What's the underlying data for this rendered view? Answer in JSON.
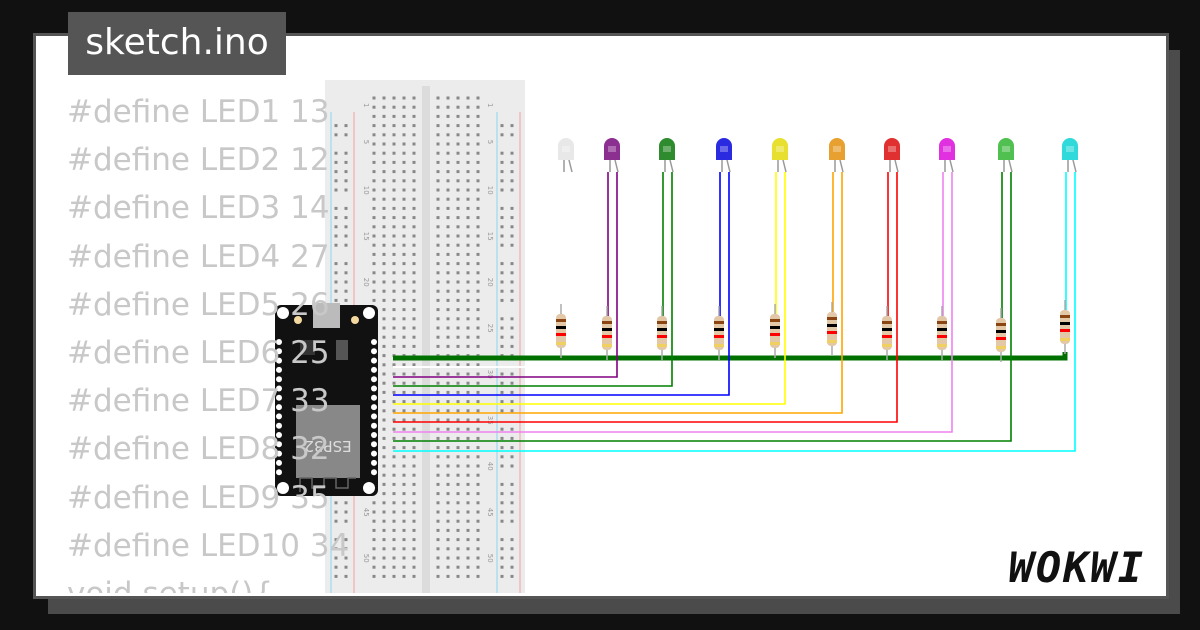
{
  "title": "sketch.ino",
  "code_lines": [
    "#define LED1 13",
    "#define LED2 12",
    "#define LED3 14",
    "#define LED4 27",
    "#define LED5 26",
    "#define LED6 25",
    "#define LED7 33",
    "#define LED8 32",
    "#define LED9 35",
    "#define LED10 34",
    "void setup(){"
  ],
  "logo": "WOKWI",
  "board_label": "ESP32",
  "breadboard_row_numbers": [
    "1",
    "5",
    "10",
    "15",
    "20",
    "25",
    "30",
    "35",
    "40",
    "45",
    "50"
  ],
  "leds": [
    {
      "color": "#e8e8e8",
      "wire": "#ffffff"
    },
    {
      "color": "#8b2f91",
      "wire": "#800080"
    },
    {
      "color": "#2e8b2e",
      "wire": "#008000"
    },
    {
      "color": "#2a2ae0",
      "wire": "#0000ff"
    },
    {
      "color": "#e8e030",
      "wire": "#ffff00"
    },
    {
      "color": "#e8a030",
      "wire": "#ffa500"
    },
    {
      "color": "#e03030",
      "wire": "#ff0000"
    },
    {
      "color": "#e030e0",
      "wire": "#ee82ee"
    },
    {
      "color": "#50c050",
      "wire": "#008000"
    },
    {
      "color": "#30dada",
      "wire": "#00ffff"
    }
  ],
  "ground_wire_color": "#007000"
}
